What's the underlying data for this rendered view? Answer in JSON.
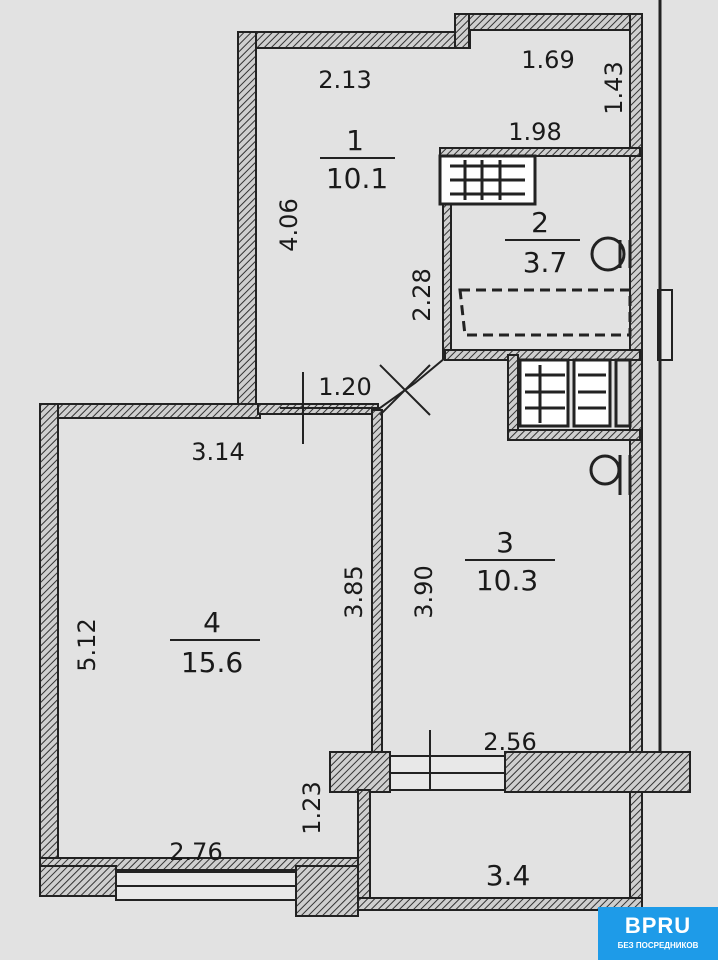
{
  "rooms": [
    {
      "number": "1",
      "area": "10.1"
    },
    {
      "number": "2",
      "area": "3.7"
    },
    {
      "number": "3",
      "area": "10.3"
    },
    {
      "number": "4",
      "area": "15.6"
    },
    {
      "number": "",
      "area": "3.4"
    }
  ],
  "dimensions": {
    "d213": "2.13",
    "d169": "1.69",
    "d143": "1.43",
    "d198": "1.98",
    "d406": "4.06",
    "d228": "2.28",
    "d120": "1.20",
    "d314": "3.14",
    "d385": "3.85",
    "d390": "3.90",
    "d512": "5.12",
    "d256": "2.56",
    "d123": "1.23",
    "d276": "2.76"
  },
  "logo": {
    "brand": "BPRU",
    "tagline": "БЕЗ ПОСРЕДНИКОВ"
  },
  "colors": {
    "wall": "#3a3a3a",
    "paper": "#e2e2e2",
    "logo": "#1e9be8"
  }
}
